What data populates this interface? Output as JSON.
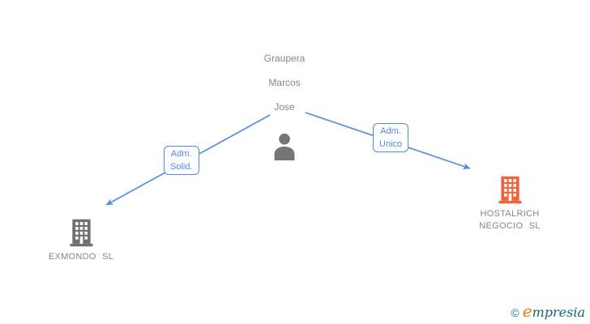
{
  "colors": {
    "edge_blue": "#4a8ce8",
    "label_text_gray": "#868686",
    "person_icon_gray": "#757575",
    "company_left_icon_gray": "#6f6f6f",
    "company_right_icon_orange": "#f4623a",
    "brand_teal": "#15657f",
    "brand_orange": "#ef7b06"
  },
  "person": {
    "name_line1": "Graupera",
    "name_line2": "Marcos",
    "name_line3": "Jose"
  },
  "edges": {
    "left": {
      "label_line1": "Adm.",
      "label_line2": "Solid."
    },
    "right": {
      "label_line1": "Adm.",
      "label_line2": "Unico"
    }
  },
  "companies": {
    "left": {
      "name": "EXMONDO SL"
    },
    "right": {
      "name_line1": "HOSTALRICH",
      "name_line2": "NEGOCIO SL"
    }
  },
  "footer": {
    "copyright_symbol": "©",
    "brand_lead": "e",
    "brand_rest": "mpresia"
  }
}
